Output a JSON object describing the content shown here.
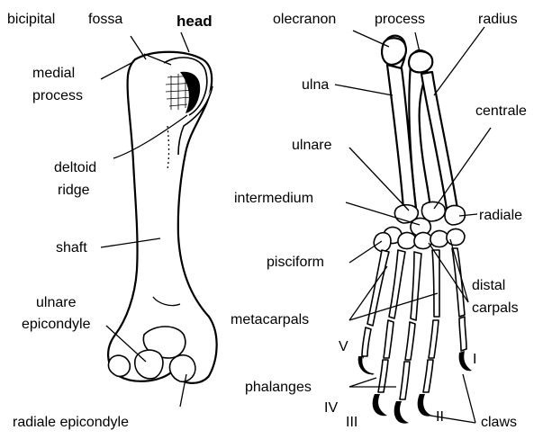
{
  "humerus": {
    "labels": {
      "bicipital": "bicipital",
      "fossa": "fossa",
      "head": "head",
      "medial_process_1": "medial",
      "medial_process_2": "process",
      "deltoid_ridge_1": "deltoid",
      "deltoid_ridge_2": "ridge",
      "shaft": "shaft",
      "ulnare_epicondyle_1": "ulnare",
      "ulnare_epicondyle_2": "epicondyle",
      "radiale_epicondyle": "radiale epicondyle"
    }
  },
  "forelimb": {
    "labels": {
      "olecranon": "olecranon",
      "process": "process",
      "radius": "radius",
      "ulna": "ulna",
      "centrale": "centrale",
      "ulnare": "ulnare",
      "intermedium": "intermedium",
      "radiale": "radiale",
      "pisciform": "pisciform",
      "distal_carpals_1": "distal",
      "distal_carpals_2": "carpals",
      "metacarpals": "metacarpals",
      "phalanges": "phalanges",
      "claws": "claws"
    },
    "digits": {
      "V": "V",
      "IV": "IV",
      "III": "III",
      "II": "II",
      "I": "I"
    }
  }
}
